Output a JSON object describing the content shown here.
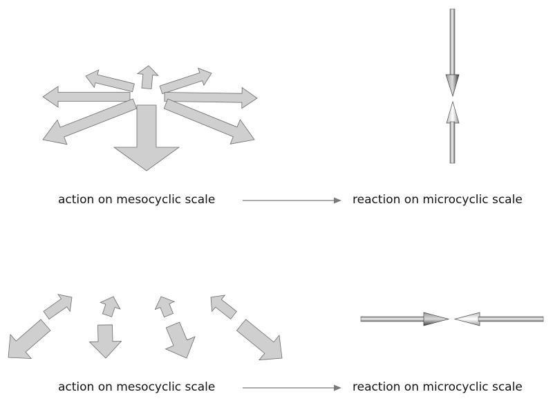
{
  "colors": {
    "flat_arrow_fill": "#cfcfcf",
    "flat_arrow_stroke": "#6a6a6a",
    "shaft_light": "#f2f2f2",
    "shaft_dark": "#7d7d7d",
    "connector": "#7a7a7a",
    "text": "#111111"
  },
  "panels": [
    {
      "action_label": "action on mesocyclic scale",
      "reaction_label": "reaction on microcyclic scale",
      "action_pattern": "radial-divergence",
      "reaction_pattern": "vertical-convergence"
    },
    {
      "action_label": "action on mesocyclic scale",
      "reaction_label": "reaction on microcyclic scale",
      "action_pattern": "lateral-divergence",
      "reaction_pattern": "horizontal-convergence"
    }
  ]
}
